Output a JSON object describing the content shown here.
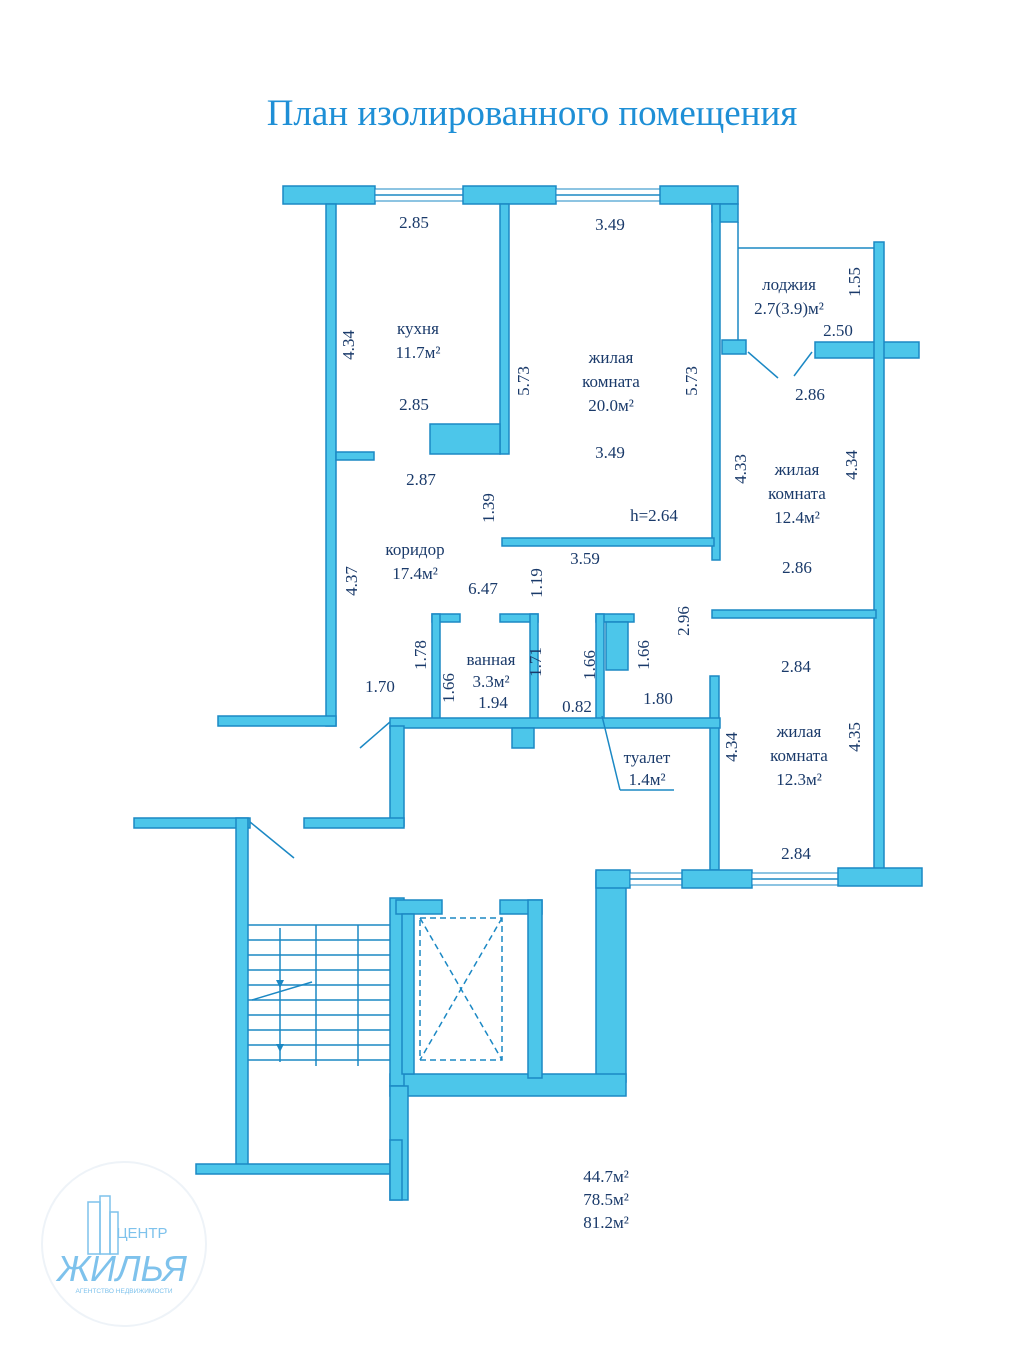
{
  "title": "План изолированного помещения",
  "rooms": {
    "kitchen": {
      "name": "кухня",
      "area": "11.7м²"
    },
    "living1": {
      "name1": "жилая",
      "name2": "комната",
      "area": "20.0м²"
    },
    "loggia": {
      "name": "лоджия",
      "area": "2.7(3.9)м²"
    },
    "living2": {
      "name1": "жилая",
      "name2": "комната",
      "area": "12.4м²"
    },
    "corridor": {
      "name": "коридор",
      "area": "17.4м²"
    },
    "bathroom": {
      "name": "ванная",
      "area": "3.3м²"
    },
    "toilet": {
      "name": "туалет",
      "area": "1.4м²"
    },
    "living3": {
      "name1": "жилая",
      "name2": "комната",
      "area": "12.3м²"
    }
  },
  "height": "h=2.64",
  "dimensions": {
    "d285a": "2.85",
    "d349a": "3.49",
    "d434k": "4.34",
    "d285b": "2.85",
    "d573a": "5.73",
    "d573b": "5.73",
    "d349b": "3.49",
    "d155": "1.55",
    "d250": "2.50",
    "d286a": "2.86",
    "d287": "2.87",
    "d139": "1.39",
    "d433": "4.33",
    "d434r": "4.34",
    "d359": "3.59",
    "d437": "4.37",
    "d647": "6.47",
    "d119": "1.19",
    "d286b": "2.86",
    "d296": "2.96",
    "d178": "1.78",
    "d171": "1.71",
    "d166a": "1.66",
    "d166b": "1.66",
    "d166c": "1.66",
    "d284a": "2.84",
    "d170": "1.70",
    "d194": "1.94",
    "d082": "0.82",
    "d180": "1.80",
    "d434c": "4.34",
    "d435": "4.35",
    "d284b": "2.84"
  },
  "totals": [
    "44.7м²",
    "78.5м²",
    "81.2м²"
  ],
  "logo": {
    "line1": "ЦЕНТР",
    "line2": "ЖИЛЬЯ",
    "line3": "АГЕНТСТВО НЕДВИЖИМОСТИ"
  }
}
